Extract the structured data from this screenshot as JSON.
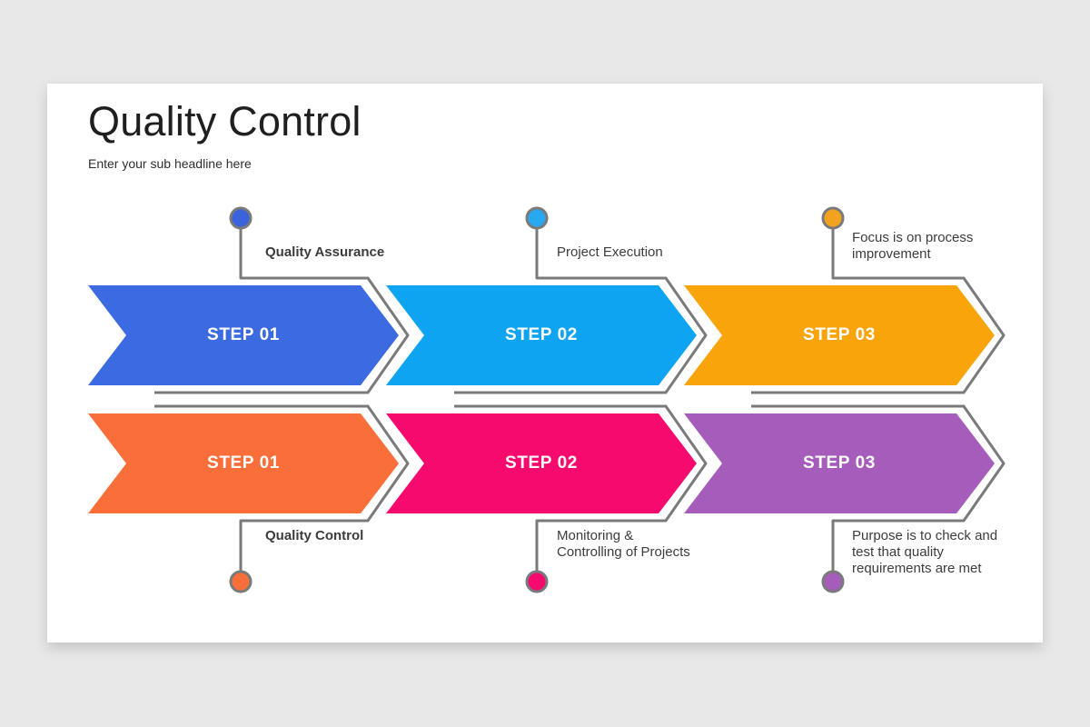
{
  "slide": {
    "title": "Quality Control",
    "subtitle": "Enter your sub headline here"
  },
  "colors": {
    "background": "#E8E8E8",
    "card": "#FFFFFF",
    "connector_gray": "#7A7A7A",
    "step_text": "#FFFFFF",
    "label_text": "#3C3C3C"
  },
  "rows": [
    {
      "position": "top",
      "steps": [
        {
          "label": "STEP 01",
          "arrow_color": "#3C6BE1",
          "dot_color": "#3B63DC",
          "callout": "Quality Assurance"
        },
        {
          "label": "STEP 02",
          "arrow_color": "#0FA4F2",
          "dot_color": "#29A7F0",
          "callout": "Project Execution"
        },
        {
          "label": "STEP 03",
          "arrow_color": "#F9A40A",
          "dot_color": "#F2A21E",
          "callout": "Focus is on process\nimprovement"
        }
      ]
    },
    {
      "position": "bottom",
      "steps": [
        {
          "label": "STEP 01",
          "arrow_color": "#F96E39",
          "dot_color": "#F96E39",
          "callout": "Quality Control"
        },
        {
          "label": "STEP 02",
          "arrow_color": "#F60A6E",
          "dot_color": "#F60A6E",
          "callout": "Monitoring &\nControlling of Projects"
        },
        {
          "label": "STEP 03",
          "arrow_color": "#A55CBA",
          "dot_color": "#A55CBA",
          "callout": "Purpose is to check and\ntest that quality\nrequirements are met"
        }
      ]
    }
  ]
}
